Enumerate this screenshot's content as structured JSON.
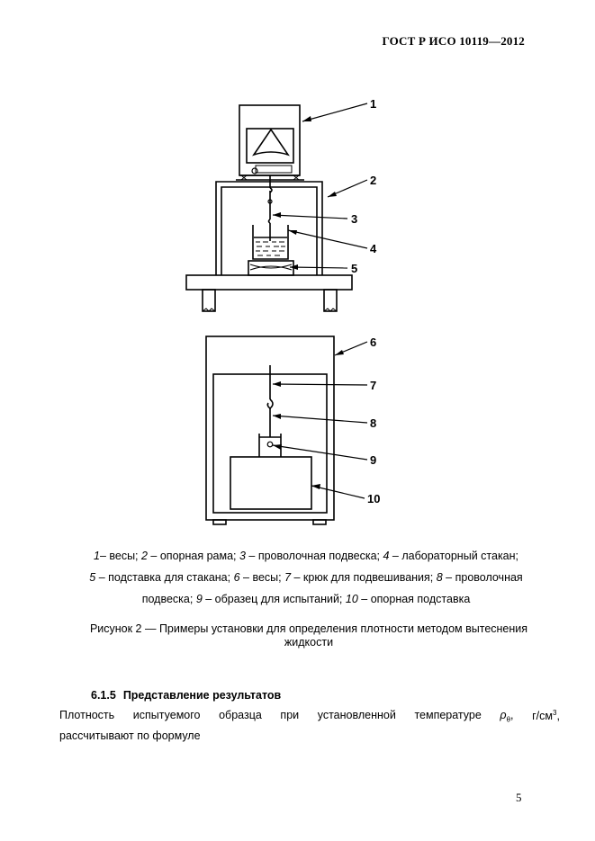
{
  "header": {
    "standard": "ГОСТ Р ИСО 10119—2012"
  },
  "figure": {
    "callouts": [
      "1",
      "2",
      "3",
      "4",
      "5",
      "6",
      "7",
      "8",
      "9",
      "10"
    ]
  },
  "legend": {
    "line1": [
      {
        "n": "1",
        "t": "– весы; "
      },
      {
        "n": "2",
        "t": " – опорная рама; "
      },
      {
        "n": "3",
        "t": " – проволочная подвеска; "
      },
      {
        "n": "4",
        "t": " – лабораторный стакан;"
      }
    ],
    "line2": [
      {
        "n": "5",
        "t": " – подставка для стакана; "
      },
      {
        "n": "6",
        "t": " – весы; "
      },
      {
        "n": "7",
        "t": " – крюк для подвешивания; "
      },
      {
        "n": "8",
        "t": " – проволочная"
      }
    ],
    "line3": [
      {
        "n": "",
        "t": "подвеска; "
      },
      {
        "n": "9",
        "t": " – образец для испытаний; "
      },
      {
        "n": "10",
        "t": " – опорная подставка"
      }
    ]
  },
  "caption": "Рисунок 2 — Примеры установки для определения плотности методом вытеснения жидкости",
  "section": {
    "number": "6.1.5",
    "title": "Представление результатов"
  },
  "paragraph": {
    "words": [
      "Плотность",
      "испытуемого",
      "образца",
      "при",
      "установленной",
      "температуре"
    ],
    "symbol": "ρ",
    "symbol_sub": "θ",
    "unit": "г/см",
    "unit_sup": "3",
    "line2": "рассчитывают по формуле"
  },
  "page_number": "5"
}
